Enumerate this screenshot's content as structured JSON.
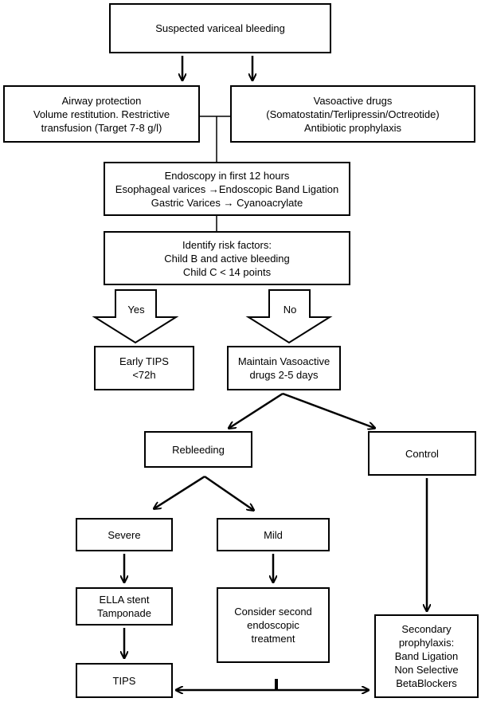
{
  "boxes": {
    "start": [
      "Suspected variceal bleeding"
    ],
    "airway": [
      "Airway protection",
      "Volume restitution. Restrictive",
      "transfusion (Target 7-8 g/l)"
    ],
    "vasoactive": [
      "Vasoactive drugs",
      "(Somatostatin/Terlipressin/Octreotide)",
      "Antibiotic prophylaxis"
    ],
    "endoscopy": [
      "Endoscopy in first 12 hours",
      "Esophageal varices →Endoscopic Band Ligation",
      "Gastric Varices → Cyanoacrylate"
    ],
    "risk": [
      "Identify risk factors:",
      "Child B and active bleeding",
      "Child C < 14 points"
    ],
    "early_tips": [
      "Early TIPS",
      "<72h"
    ],
    "maintain": [
      "Maintain Vasoactive",
      "drugs 2-5 days"
    ],
    "rebleeding": [
      "Rebleeding"
    ],
    "control": [
      "Control"
    ],
    "severe": [
      "Severe"
    ],
    "mild": [
      "Mild"
    ],
    "ella": [
      "ELLA stent",
      "Tamponade"
    ],
    "consider": [
      "Consider second",
      "endoscopic",
      "treatment"
    ],
    "tips": [
      "TIPS"
    ],
    "secondary": [
      "Secondary",
      "prophylaxis:",
      "Band Ligation",
      "Non Selective",
      "BetaBlockers"
    ]
  },
  "branch_labels": {
    "yes": "Yes",
    "no": "No"
  },
  "colors": {
    "line": "#000000",
    "box_fill": "#ffffff"
  }
}
